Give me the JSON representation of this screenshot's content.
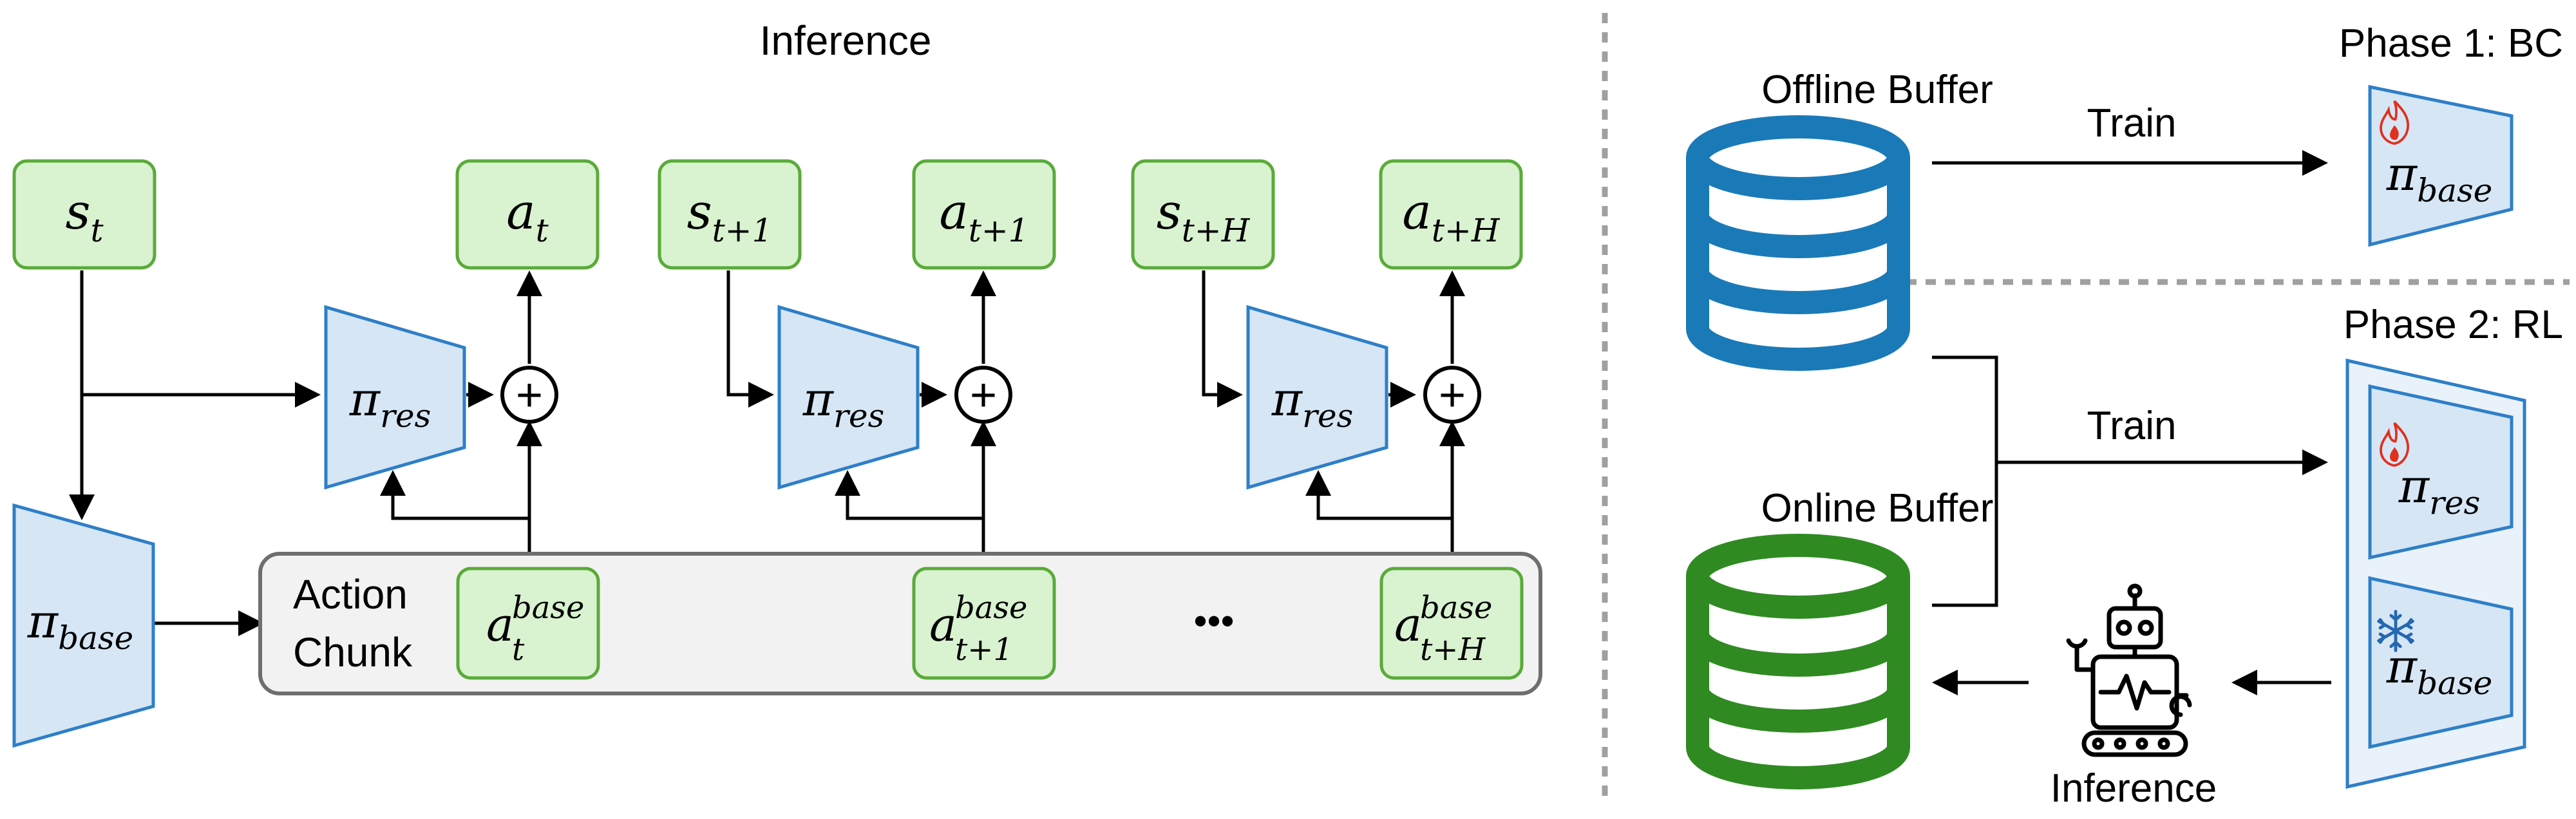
{
  "left_panel": {
    "title": "Inference",
    "states": [
      {
        "base": "s",
        "sub": "t"
      },
      {
        "base": "s",
        "sub": "t+1"
      },
      {
        "base": "s",
        "sub": "t+H"
      }
    ],
    "actions": [
      {
        "base": "a",
        "sub": "t"
      },
      {
        "base": "a",
        "sub": "t+1"
      },
      {
        "base": "a",
        "sub": "t+H"
      }
    ],
    "residual_policy": {
      "base": "π",
      "sub": "res"
    },
    "base_policy": {
      "base": "π",
      "sub": "base"
    },
    "action_chunk": {
      "label_line1": "Action",
      "label_line2": "Chunk",
      "items": [
        {
          "base": "a",
          "sub": "t",
          "sup": "base"
        },
        {
          "base": "a",
          "sub": "t+1",
          "sup": "base"
        },
        {
          "base": "a",
          "sub": "t+H",
          "sup": "base"
        }
      ],
      "ellipsis": "•••"
    },
    "sum_symbol": "+"
  },
  "right_panel": {
    "phase1": {
      "title": "Phase 1: BC",
      "buffer_label": "Offline Buffer",
      "train_label": "Train",
      "policy": {
        "base": "π",
        "sub": "base"
      }
    },
    "phase2": {
      "title": "Phase 2: RL",
      "buffer_label": "Online Buffer",
      "train_label": "Train",
      "inference_label": "Inference",
      "policies": [
        {
          "base": "π",
          "sub": "res"
        },
        {
          "base": "π",
          "sub": "base"
        }
      ]
    }
  },
  "colors": {
    "green_fill": "#d9f2d0",
    "green_stroke": "#5aab3a",
    "blue_fill": "#d6e6f5",
    "blue_stroke": "#2e7fc7",
    "offline_db": "#1a7ab8",
    "online_db": "#2f8a22",
    "fire": "#e0301e",
    "snow": "#2468b0"
  },
  "icons": [
    "flame-icon",
    "snowflake-icon",
    "robot-icon",
    "database-icon"
  ]
}
